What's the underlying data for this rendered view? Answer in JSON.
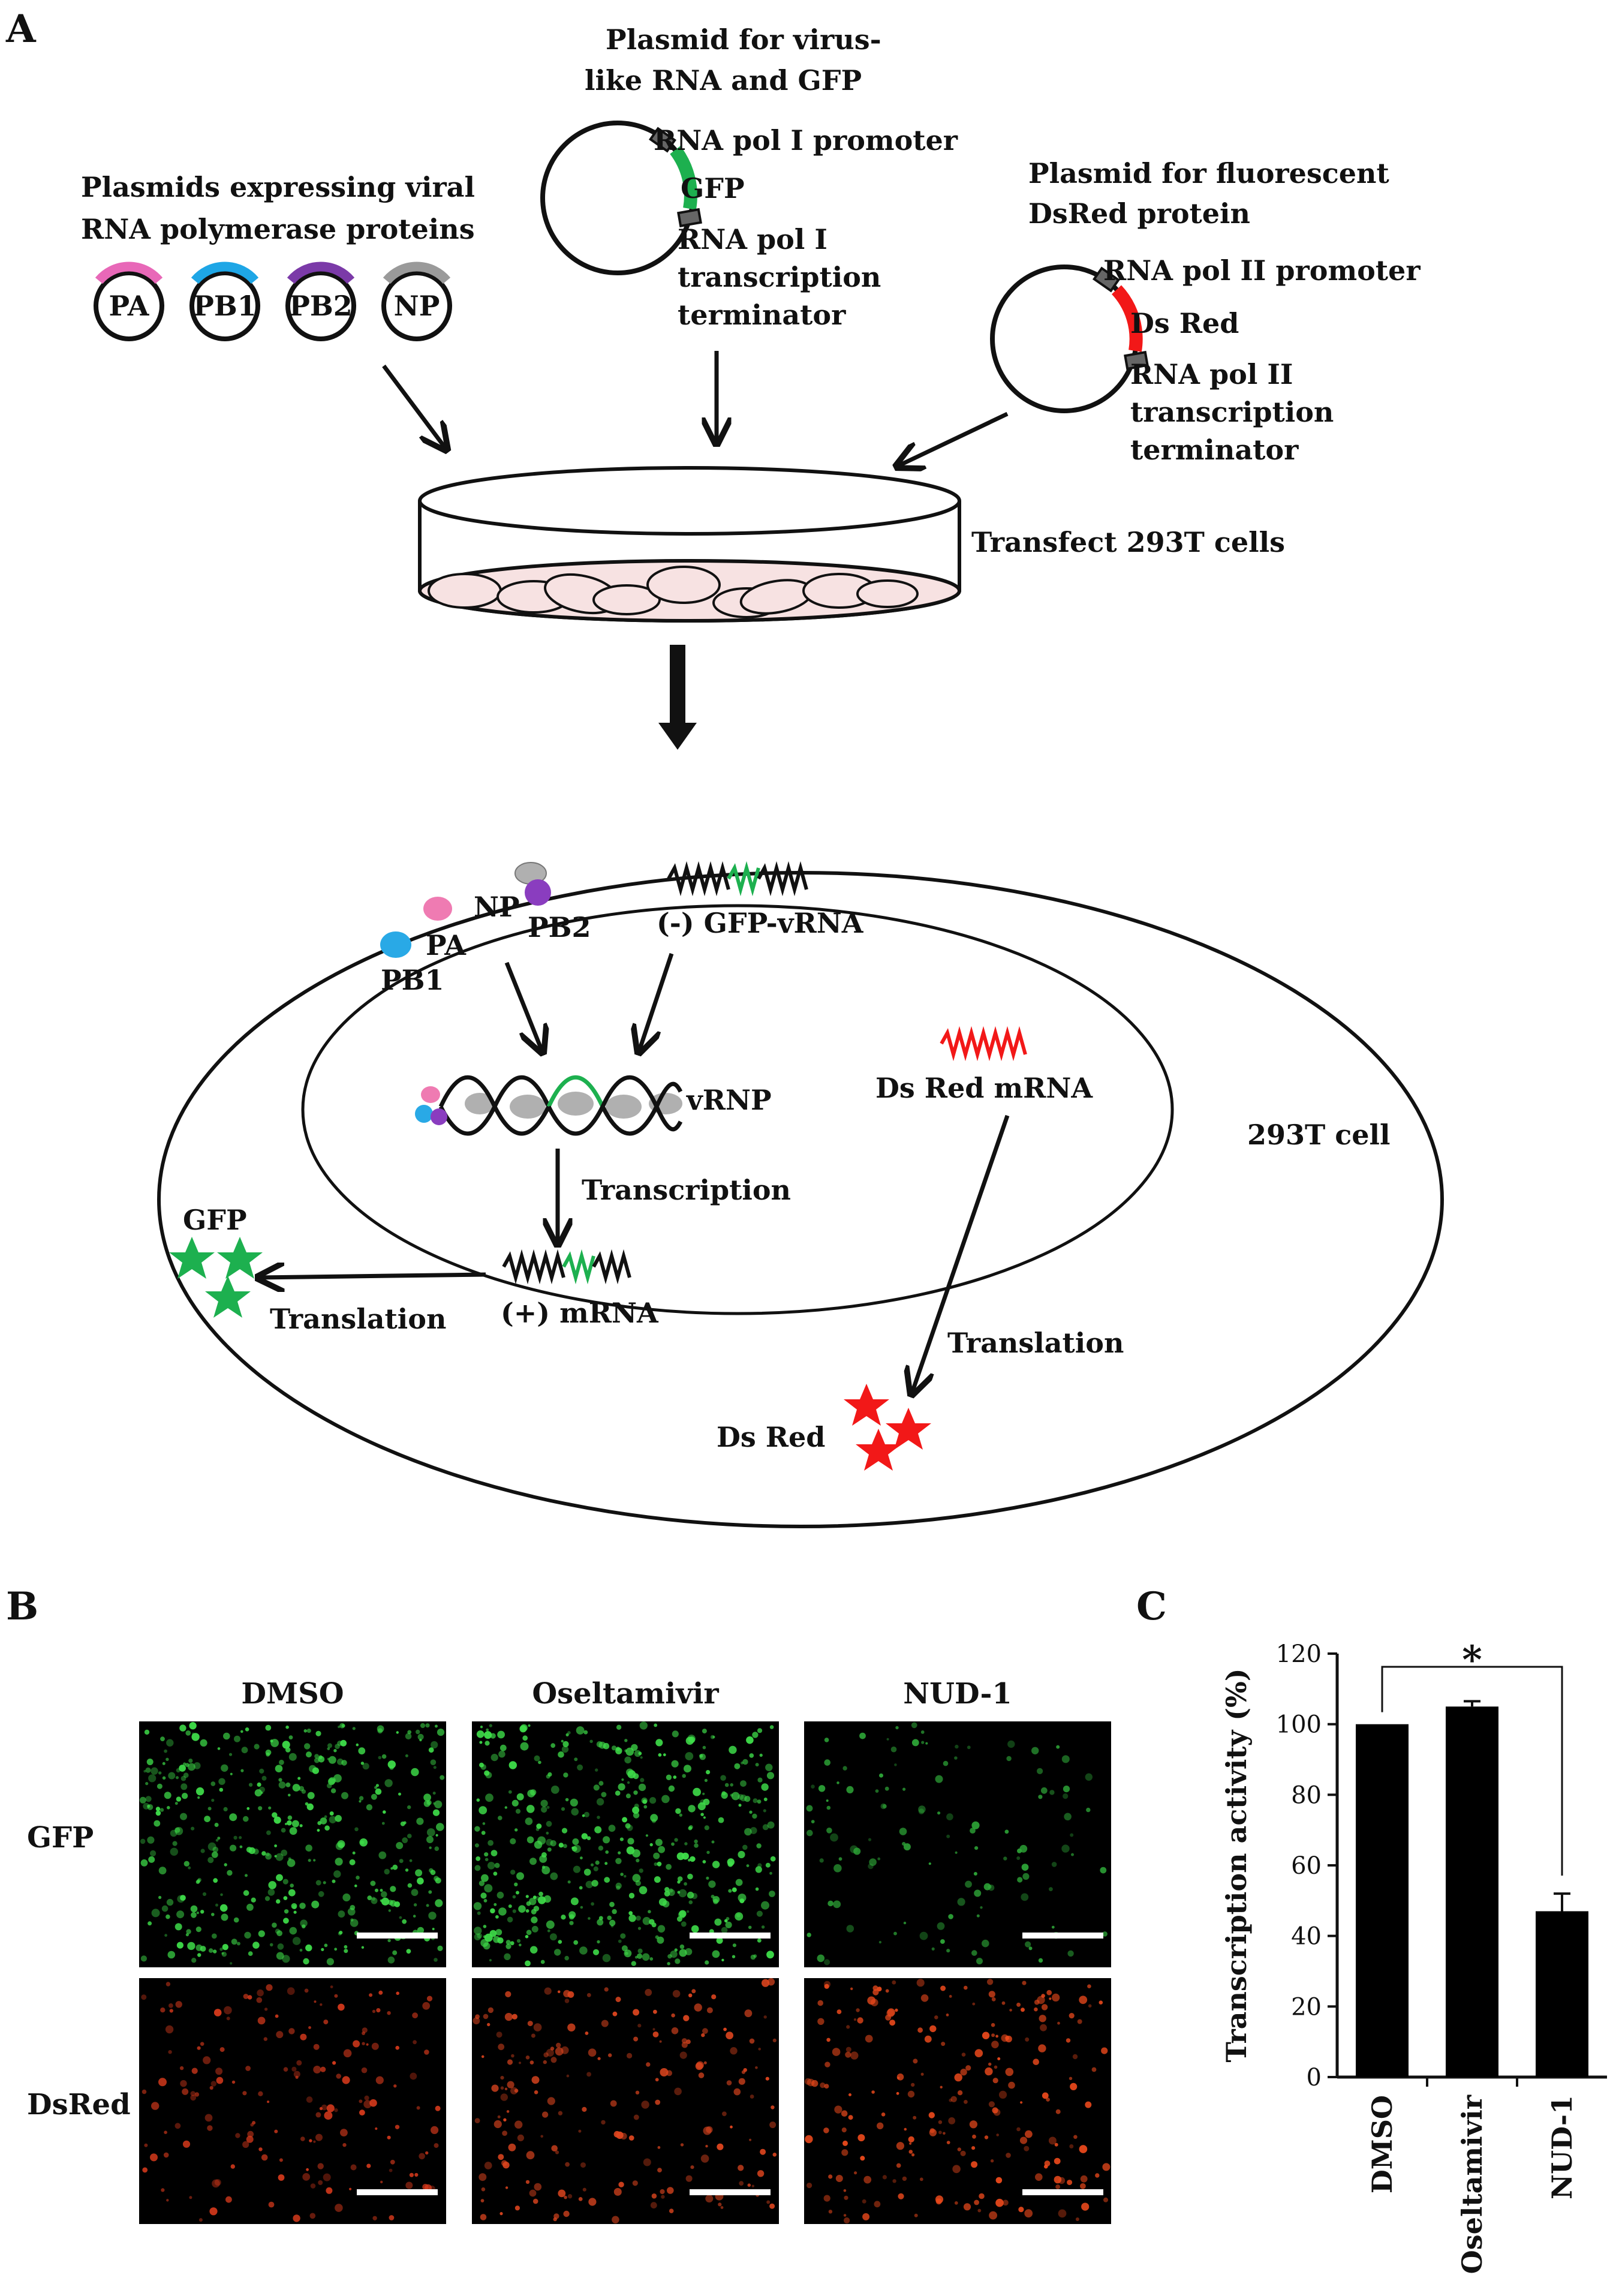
{
  "panels": {
    "a": "A",
    "b": "B",
    "c": "C"
  },
  "panel_a": {
    "pol_plasmids": {
      "title_line1": "Plasmids expressing viral",
      "title_line2": "RNA polymerase proteins",
      "labels": [
        "PA",
        "PB1",
        "PB2",
        "NP"
      ],
      "colors": [
        "#e868b8",
        "#1ea6e6",
        "#7b3aa8",
        "#9a9a9a"
      ]
    },
    "gfp_plasmid": {
      "title_line1": "Plasmid for virus-",
      "title_line2": "like RNA and GFP",
      "promoter": "RNA pol I promoter",
      "gene": "GFP",
      "term_line1": "RNA pol I",
      "term_line2": "transcription",
      "term_line3": "terminator",
      "color": "#1db04f"
    },
    "dsred_plasmid": {
      "title_line1": "Plasmid for fluorescent",
      "title_line2": "DsRed protein",
      "promoter": "RNA pol II promoter",
      "gene": "Ds Red",
      "term_line1": "RNA pol II",
      "term_line2": "transcription",
      "term_line3": "terminator",
      "color": "#f21818"
    },
    "dish_label": "Transfect 293T cells",
    "cell": {
      "np": "NP",
      "pa": "PA",
      "pb2": "PB2",
      "pb1": "PB1",
      "vrna": "(-) GFP-vRNA",
      "vrnp": "vRNP",
      "transcription": "Transcription",
      "mrna": "(+) mRNA",
      "gfp": "GFP",
      "translation_gfp": "Translation",
      "dsred_mrna": "Ds Red mRNA",
      "translation_red": "Translation",
      "dsred": "Ds Red",
      "cell_label": "293T cell",
      "green": "#1db04f",
      "red": "#f21818"
    }
  },
  "panel_b": {
    "columns": [
      "DMSO",
      "Oseltamivir",
      "NUD-1"
    ],
    "rows": [
      "GFP",
      "DsRed"
    ]
  },
  "chart_data": {
    "type": "bar",
    "categories": [
      "DMSO",
      "Oseltamivir",
      "NUD-1"
    ],
    "values": [
      100,
      105,
      47
    ],
    "errors": [
      0,
      1.5,
      5
    ],
    "ylabel": "Transcription activity (%)",
    "ylim": [
      0,
      120
    ],
    "yticks": [
      0,
      20,
      40,
      60,
      80,
      100,
      120
    ],
    "significance": "*",
    "bar_color": "#000000"
  }
}
